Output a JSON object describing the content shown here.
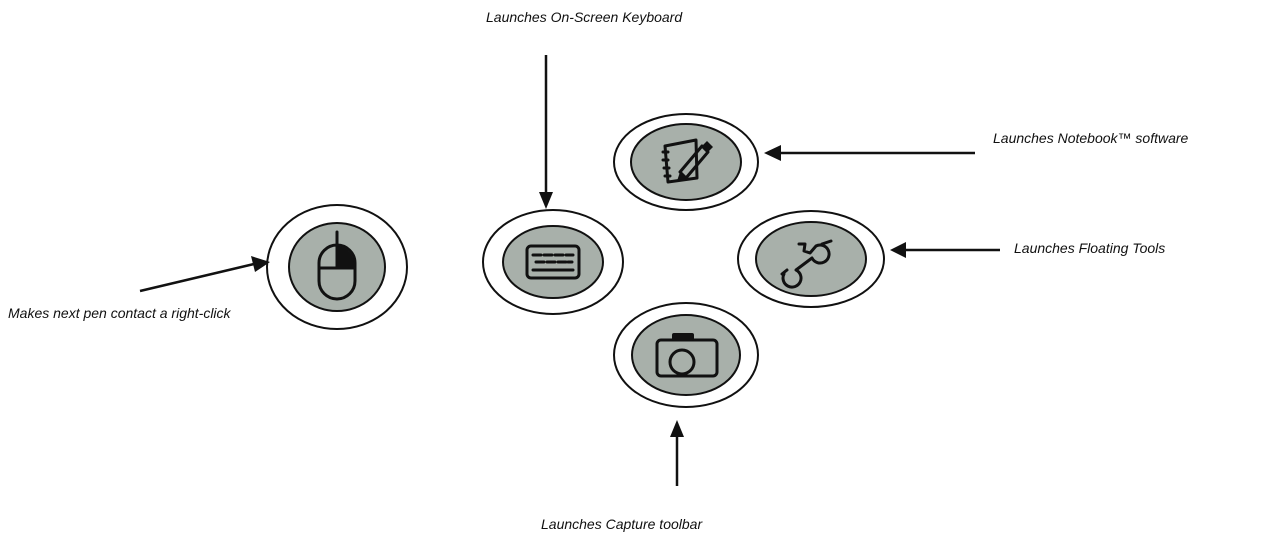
{
  "labels": {
    "keyboard": "Launches On-Screen Keyboard",
    "notebook": "Launches Notebook™ software",
    "floating_tools": "Launches Floating Tools",
    "capture": "Launches Capture toolbar",
    "right_click": "Makes next pen contact a right-click"
  },
  "buttons": [
    {
      "id": "right-click",
      "icon": "mouse-icon"
    },
    {
      "id": "keyboard",
      "icon": "keyboard-icon"
    },
    {
      "id": "notebook",
      "icon": "notebook-pen-icon"
    },
    {
      "id": "floating-tools",
      "icon": "wrench-icon"
    },
    {
      "id": "capture",
      "icon": "camera-icon"
    }
  ],
  "colors": {
    "button_fill": "#a8b0aa",
    "stroke": "#111111"
  }
}
